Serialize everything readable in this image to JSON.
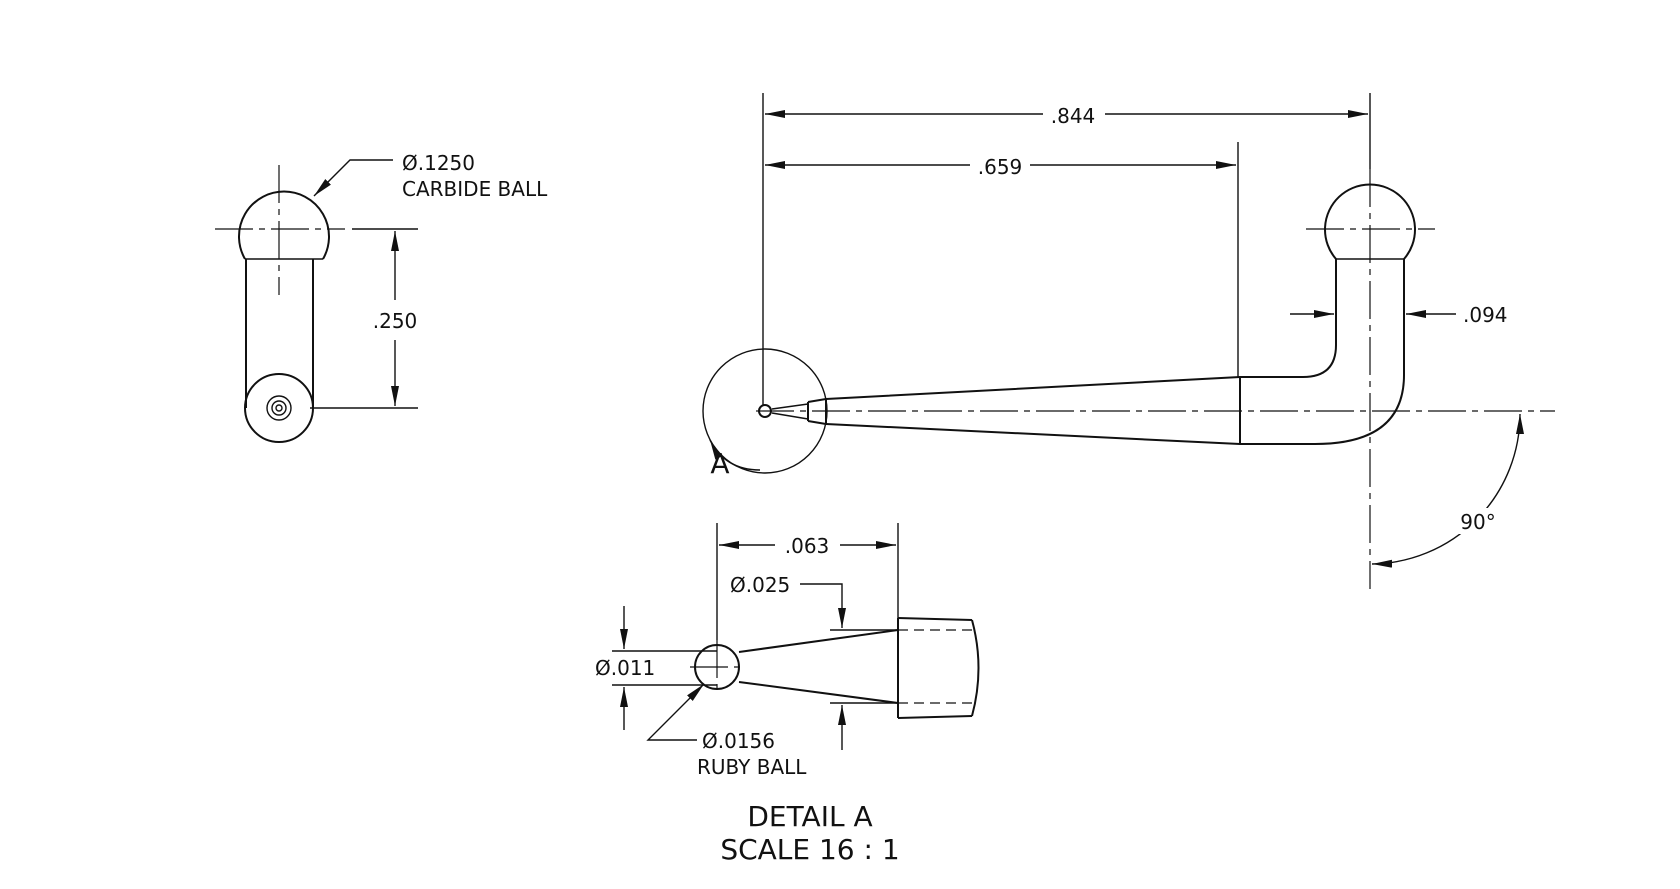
{
  "side_view": {
    "ball_diameter": "Ø.1250",
    "ball_note": "CARBIDE BALL",
    "height_dim": ".250"
  },
  "front_view": {
    "overall_length": ".844",
    "taper_length": ".659",
    "stem_diameter": ".094",
    "angle": "90°",
    "detail_callout": "A"
  },
  "detail_view": {
    "length_dim": ".063",
    "tip_diameter": "Ø.025",
    "stem_diameter": "Ø.011",
    "ball_diameter": "Ø.0156",
    "ball_note": "RUBY BALL",
    "title": "DETAIL A",
    "scale": "SCALE 16 : 1"
  }
}
